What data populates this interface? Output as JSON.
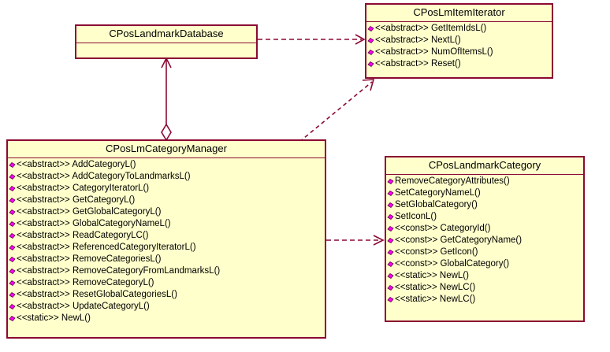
{
  "diagram": {
    "type": "uml-class-diagram",
    "background": "#ffffff",
    "box_fill": "#ffffcc",
    "line_color": "#8b0a32",
    "marker_color": "#ff00ff",
    "classes": [
      {
        "id": "landmark-database",
        "name": "CPosLandmarkDatabase",
        "members": []
      },
      {
        "id": "lm-item-iterator",
        "name": "CPosLmItemIterator",
        "members": [
          {
            "stereotype": "<<abstract>>",
            "label": "<<abstract>> GetItemIdsL()"
          },
          {
            "stereotype": "<<abstract>>",
            "label": "<<abstract>> NextL()"
          },
          {
            "stereotype": "<<abstract>>",
            "label": "<<abstract>> NumOfItemsL()"
          },
          {
            "stereotype": "<<abstract>>",
            "label": "<<abstract>> Reset()"
          }
        ]
      },
      {
        "id": "lm-category-manager",
        "name": "CPosLmCategoryManager",
        "members": [
          {
            "stereotype": "<<abstract>>",
            "label": "<<abstract>> AddCategoryL()"
          },
          {
            "stereotype": "<<abstract>>",
            "label": "<<abstract>> AddCategoryToLandmarksL()"
          },
          {
            "stereotype": "<<abstract>>",
            "label": "<<abstract>> CategoryIteratorL()"
          },
          {
            "stereotype": "<<abstract>>",
            "label": "<<abstract>> GetCategoryL()"
          },
          {
            "stereotype": "<<abstract>>",
            "label": "<<abstract>> GetGlobalCategoryL()"
          },
          {
            "stereotype": "<<abstract>>",
            "label": "<<abstract>> GlobalCategoryNameL()"
          },
          {
            "stereotype": "<<abstract>>",
            "label": "<<abstract>> ReadCategoryLC()"
          },
          {
            "stereotype": "<<abstract>>",
            "label": "<<abstract>> ReferencedCategoryIteratorL()"
          },
          {
            "stereotype": "<<abstract>>",
            "label": "<<abstract>> RemoveCategoriesL()"
          },
          {
            "stereotype": "<<abstract>>",
            "label": "<<abstract>> RemoveCategoryFromLandmarksL()"
          },
          {
            "stereotype": "<<abstract>>",
            "label": "<<abstract>> RemoveCategoryL()"
          },
          {
            "stereotype": "<<abstract>>",
            "label": "<<abstract>> ResetGlobalCategoriesL()"
          },
          {
            "stereotype": "<<abstract>>",
            "label": "<<abstract>> UpdateCategoryL()"
          },
          {
            "stereotype": "<<static>>",
            "label": "<<static>> NewL()"
          }
        ]
      },
      {
        "id": "landmark-category",
        "name": "CPosLandmarkCategory",
        "members": [
          {
            "stereotype": "",
            "label": "RemoveCategoryAttributes()"
          },
          {
            "stereotype": "",
            "label": "SetCategoryNameL()"
          },
          {
            "stereotype": "",
            "label": "SetGlobalCategory()"
          },
          {
            "stereotype": "",
            "label": "SetIconL()"
          },
          {
            "stereotype": "<<const>>",
            "label": "<<const>> CategoryId()"
          },
          {
            "stereotype": "<<const>>",
            "label": "<<const>> GetCategoryName()"
          },
          {
            "stereotype": "<<const>>",
            "label": "<<const>> GetIcon()"
          },
          {
            "stereotype": "<<const>>",
            "label": "<<const>> GlobalCategory()"
          },
          {
            "stereotype": "<<static>>",
            "label": "<<static>> NewL()"
          },
          {
            "stereotype": "<<static>>",
            "label": "<<static>> NewLC()"
          },
          {
            "stereotype": "<<static>>",
            "label": "<<static>> NewLC()"
          }
        ]
      }
    ],
    "relationships": [
      {
        "id": "database-to-iterator",
        "kind": "dependency",
        "style": "dashed-open-arrow",
        "from": "CPosLandmarkDatabase",
        "to": "CPosLmItemIterator"
      },
      {
        "id": "manager-to-iterator",
        "kind": "dependency",
        "style": "dashed-open-arrow",
        "from": "CPosLmCategoryManager",
        "to": "CPosLmItemIterator"
      },
      {
        "id": "manager-aggregates-database",
        "kind": "aggregation",
        "style": "solid-open-diamond-arrow",
        "from": "CPosLmCategoryManager",
        "to": "CPosLandmarkDatabase"
      },
      {
        "id": "manager-to-category",
        "kind": "dependency",
        "style": "dashed-open-arrow",
        "from": "CPosLmCategoryManager",
        "to": "CPosLandmarkCategory"
      }
    ]
  }
}
